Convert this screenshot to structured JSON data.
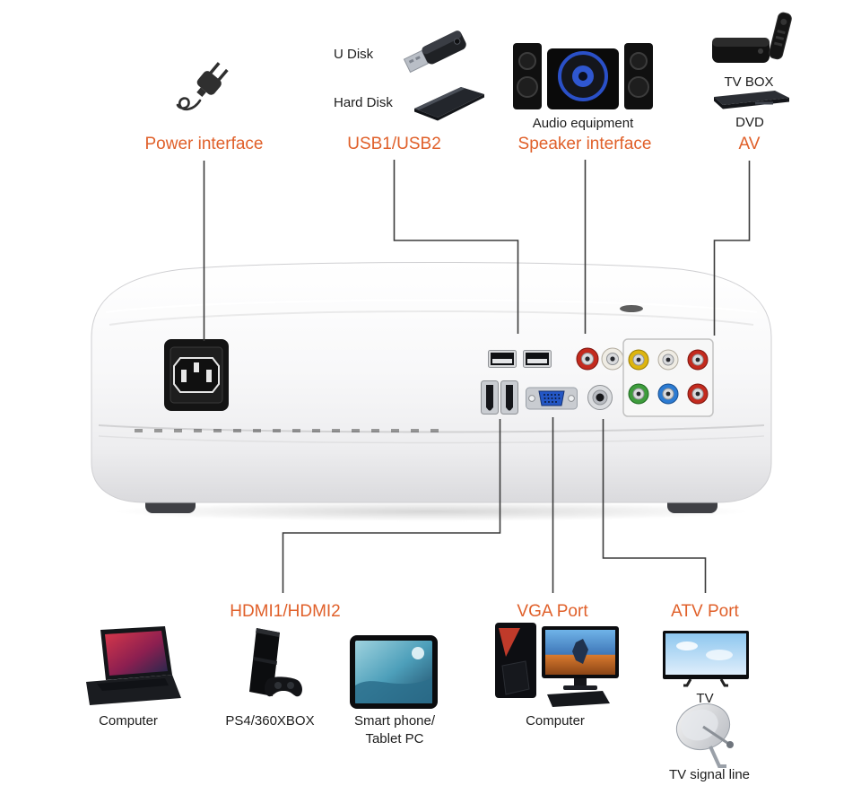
{
  "colors": {
    "accent": "#e0602a",
    "connector_line": "#3b3b3b",
    "vga_blue": "#2457c5",
    "jack_yellow": "#ddb50f",
    "jack_red": "#c32a1e",
    "jack_green": "#3e9c3c",
    "jack_blue": "#2c7bd2"
  },
  "top": {
    "power_label": "Power interface",
    "usb_label": "USB1/USB2",
    "speaker_label": "Speaker interface",
    "av_label": "AV",
    "u_disk_caption": "U Disk",
    "hard_disk_caption": "Hard Disk",
    "audio_caption": "Audio equipment",
    "tv_box_caption": "TV BOX",
    "dvd_caption": "DVD"
  },
  "bottom": {
    "hdmi_label": "HDMI1/HDMI2",
    "vga_label": "VGA Port",
    "atv_label": "ATV Port",
    "laptop_caption": "Computer",
    "console_caption": "PS4/360XBOX",
    "tablet_caption_line1": "Smart phone/",
    "tablet_caption_line2": "Tablet PC",
    "desktop_caption": "Computer",
    "tv_caption": "TV",
    "satellite_caption": "TV signal line"
  },
  "icons": {
    "power_plug": "plug-with-cord-glyph",
    "u_disk": "usb-flash-drive",
    "hard_disk": "external-hard-drive",
    "speakers": "2.1-speaker-set",
    "tv_box": "set-top-box-with-remote",
    "dvd": "dvd-player",
    "laptop": "laptop-computer",
    "ps4": "game-console-with-controller",
    "tablet": "tablet-pc",
    "desktop": "desktop-pc-tower-monitor-keyboard",
    "tv": "flat-screen-tv",
    "satellite": "satellite-dish"
  }
}
